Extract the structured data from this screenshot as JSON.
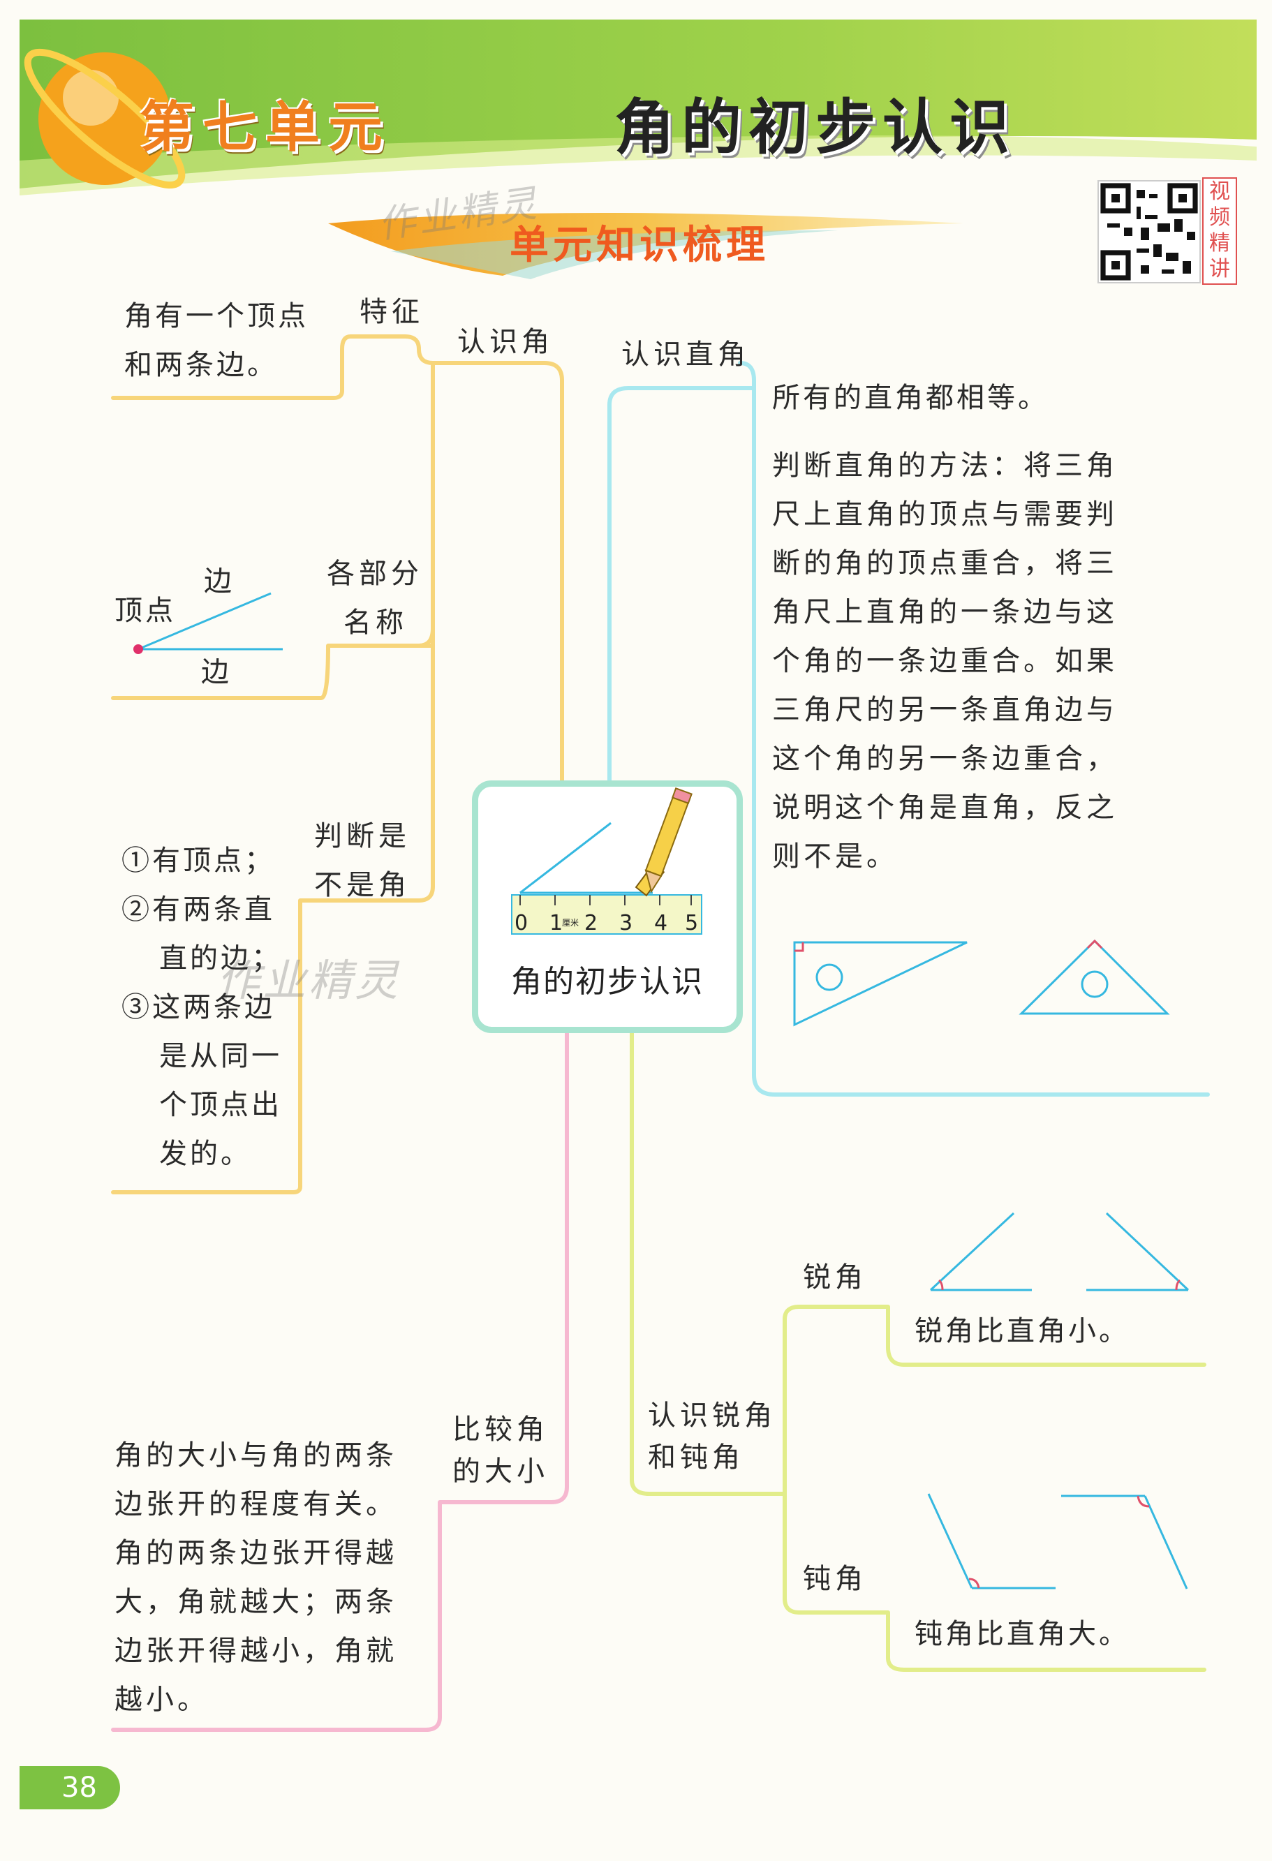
{
  "header": {
    "unit": "第七单元",
    "title": "角的初步认识",
    "subtitle": "单元知识梳理",
    "video_tag": "视频精讲",
    "watermark": "作业精灵"
  },
  "center": {
    "label": "角的初步认识",
    "ruler_ticks": [
      "0",
      "1",
      "2",
      "3",
      "4",
      "5"
    ],
    "ruler_unit": "厘米"
  },
  "branches": {
    "recognize_angle": {
      "label": "认识角",
      "feature": {
        "label": "特征",
        "text_line1": "角有一个顶点",
        "text_line2": "和两条边。"
      },
      "parts": {
        "label_line1": "各部分",
        "label_line2": "名称",
        "vertex": "顶点",
        "side_top": "边",
        "side_bottom": "边"
      },
      "judge": {
        "label_line1": "判断是",
        "label_line2": "不是角",
        "items": [
          "①有顶点；",
          "②有两条直",
          "直的边；",
          "③这两条边",
          "是从同一",
          "个顶点出",
          "发的。"
        ]
      }
    },
    "right_angle": {
      "label": "认识直角",
      "equal_text": "所有的直角都相等。",
      "method_text": "判断直角的方法：将三角尺上直角的顶点与需要判断的角的顶点重合，将三角尺上直角的一条边与这个角的一条边重合。如果三角尺的另一条直角边与这个角的另一条边重合，说明这个角是直角，反之则不是。"
    },
    "acute_obtuse": {
      "label_line1": "认识锐角",
      "label_line2": "和钝角",
      "acute": {
        "label": "锐角",
        "text": "锐角比直角小。"
      },
      "obtuse": {
        "label": "钝角",
        "text": "钝角比直角大。"
      }
    },
    "compare": {
      "label_line1": "比较角",
      "label_line2": "的大小",
      "text": "角的大小与角的两条边张开的程度有关。角的两条边张开得越大，角就越大；两条边张开得越小，角就越小。"
    }
  },
  "page_number": "38",
  "colors": {
    "banner_green": "#8cc63f",
    "yellow_branch": "#f7d57a",
    "cyan_branch": "#a8e8ef",
    "lime_branch": "#e2ed8a",
    "pink_branch": "#f6b8d0",
    "center_border": "#a8e4d0",
    "angle_line": "#35b8e0",
    "angle_mark": "#e0506a",
    "title_orange": "#ef5a1f"
  }
}
